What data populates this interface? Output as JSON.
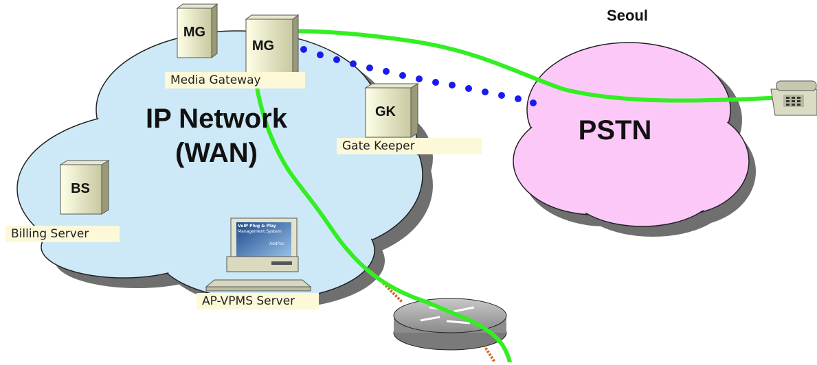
{
  "city": "Seoul",
  "ip_network": {
    "line1": "IP Network",
    "line2": "(WAN)"
  },
  "pstn": "PSTN",
  "labels": {
    "media_gateway": "Media Gateway",
    "gate_keeper": "Gate Keeper",
    "billing_server": "Billing Server",
    "vpms_server": "AP-VPMS Server"
  },
  "devices": {
    "mg1": "MG",
    "mg2": "MG",
    "gk": "GK",
    "bs": "BS"
  },
  "screen_text": {
    "line1": "VoIP Plug & Play",
    "line2": "Management System",
    "brand": "AddPac"
  },
  "colors": {
    "ip_cloud": "#cde9f8",
    "pstn_cloud": "#fcc8f8",
    "cloud_shadow": "#6f6f6f",
    "call_path": "#33ee22",
    "signaling": "#1a1aee",
    "label_bg": "#fdf8d8"
  }
}
